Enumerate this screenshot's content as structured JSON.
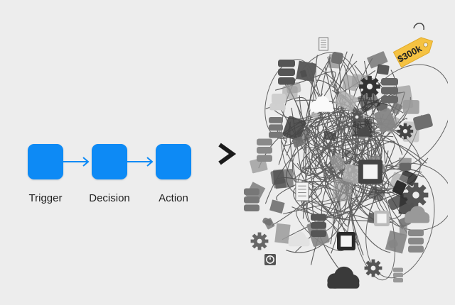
{
  "flow": {
    "steps": [
      {
        "label": "Trigger"
      },
      {
        "label": "Decision"
      },
      {
        "label": "Action"
      }
    ],
    "accent_color": "#0d8af5"
  },
  "comparison_symbol": ">",
  "price_tag": {
    "text": "$300k",
    "color": "#f5c242"
  },
  "chaos_icons": [
    "database-icon",
    "gear-icon",
    "cloud-icon",
    "monitor-icon",
    "document-icon",
    "chat-icon",
    "server-icon",
    "clock-icon",
    "folder-icon"
  ]
}
